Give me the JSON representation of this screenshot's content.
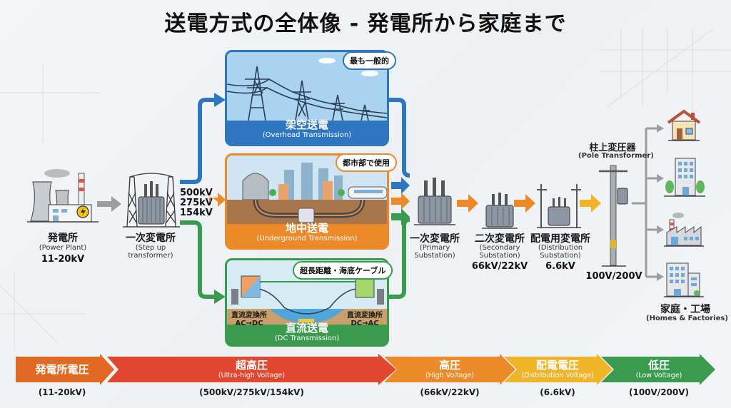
{
  "title": "送電方式の全体像 - 発電所から家庭まで",
  "colors": {
    "blue": "#2f76c0",
    "orange": "#ec8a2a",
    "green": "#3a9a4e",
    "red": "#e0472e",
    "yellow": "#f0b429",
    "gray_arrow": "#9a9ea3"
  },
  "power_plant": {
    "jp": "発電所",
    "en": "(Power Plant)",
    "voltage": "11-20kV"
  },
  "step_up": {
    "jp": "一次変電所",
    "en_line1": "(Step up",
    "en_line2": "transformer)"
  },
  "transmission_voltages": [
    "500kV",
    "275kV",
    "154kV"
  ],
  "methods": [
    {
      "jp": "架空送電",
      "en": "(Overhead Transmission)",
      "bubble": "最も一般的"
    },
    {
      "jp": "地中送電",
      "en": "(Underground Transmission)",
      "bubble": "都市部で使用"
    },
    {
      "jp": "直流送電",
      "en": "(DC Transmission)",
      "bubble": "超長距離・海底ケーブル",
      "converter_left": {
        "jp": "直流変換所",
        "dir": "AC→DC"
      },
      "converter_right": {
        "jp": "直流変換所",
        "dir": "DC→AC"
      }
    }
  ],
  "substations": [
    {
      "jp": "一次変電所",
      "en_line1": "(Primary",
      "en_line2": "Substation)",
      "voltage": ""
    },
    {
      "jp": "二次変電所",
      "en_line1": "(Secondary",
      "en_line2": "Substation)",
      "voltage": "66kV/22kV"
    },
    {
      "jp": "配電用変電所",
      "en_line1": "(Distribution",
      "en_line2": "Substation)",
      "voltage": "6.6kV"
    }
  ],
  "pole_transformer": {
    "jp": "柱上変圧器",
    "en": "(Pole Transformer)",
    "voltage": "100V/200V"
  },
  "consumers": {
    "jp": "家庭・工場",
    "en": "(Homes & Factories)",
    "icons": [
      "house-icon",
      "office-building-icon",
      "factory-icon",
      "apartment-icon"
    ]
  },
  "voltage_bar": [
    {
      "jp": "発電所電圧",
      "en": "",
      "value": "(11-20kV)"
    },
    {
      "jp": "超高圧",
      "en": "(Ultra-high Voltage)",
      "value": "(500kV/275kV/154kV)"
    },
    {
      "jp": "高圧",
      "en": "(High Voltage)",
      "value": "(66kV/22kV)"
    },
    {
      "jp": "配電電圧",
      "en": "(Distribution Voltage)",
      "value": "(6.6kV)"
    },
    {
      "jp": "低圧",
      "en": "(Low Voltage)",
      "value": "(100V/200V)"
    }
  ]
}
